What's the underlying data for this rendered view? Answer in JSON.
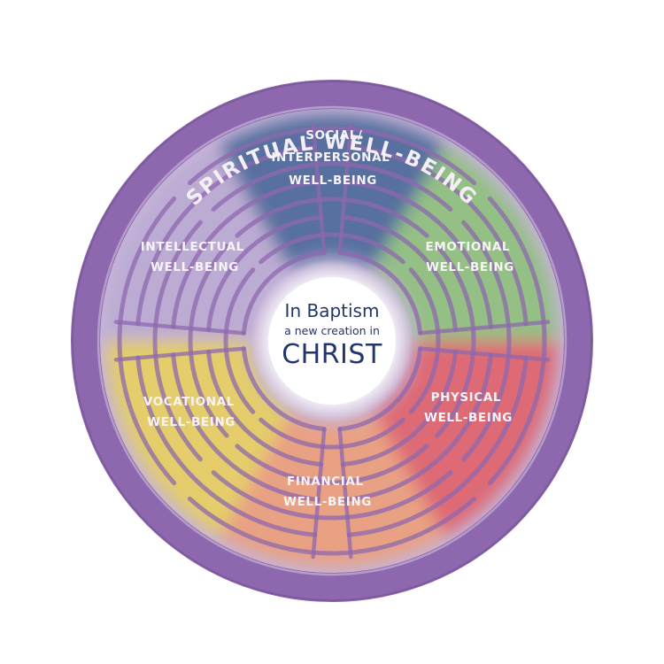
{
  "outer_title": "SPIRITUAL WELL-BEING",
  "center": {
    "line1": "In Baptism",
    "line2": "a new creation in",
    "line3": "CHRIST"
  },
  "segments": [
    {
      "key": "social",
      "lines": [
        "SOCIAL/",
        "INTERPERSONAL",
        "WELL-BEING"
      ],
      "color": "#4f6a9a"
    },
    {
      "key": "emotional",
      "lines": [
        "EMOTIONAL",
        "WELL-BEING"
      ],
      "color": "#8fc07e"
    },
    {
      "key": "physical",
      "lines": [
        "PHYSICAL",
        "WELL-BEING"
      ],
      "color": "#e0646c"
    },
    {
      "key": "financial",
      "lines": [
        "FINANCIAL",
        "WELL-BEING"
      ],
      "color": "#eda07c"
    },
    {
      "key": "vocational",
      "lines": [
        "VOCATIONAL",
        "WELL-BEING"
      ],
      "color": "#e6cf62"
    },
    {
      "key": "intellectual",
      "lines": [
        "INTELLECTUAL",
        "WELL-BEING"
      ],
      "color": "#a99cc8"
    }
  ],
  "colors": {
    "spiritual_ring": "#8e68ae",
    "path": "#c6b4d8",
    "wall": "#8e68ae",
    "center_text": "#22366b"
  }
}
